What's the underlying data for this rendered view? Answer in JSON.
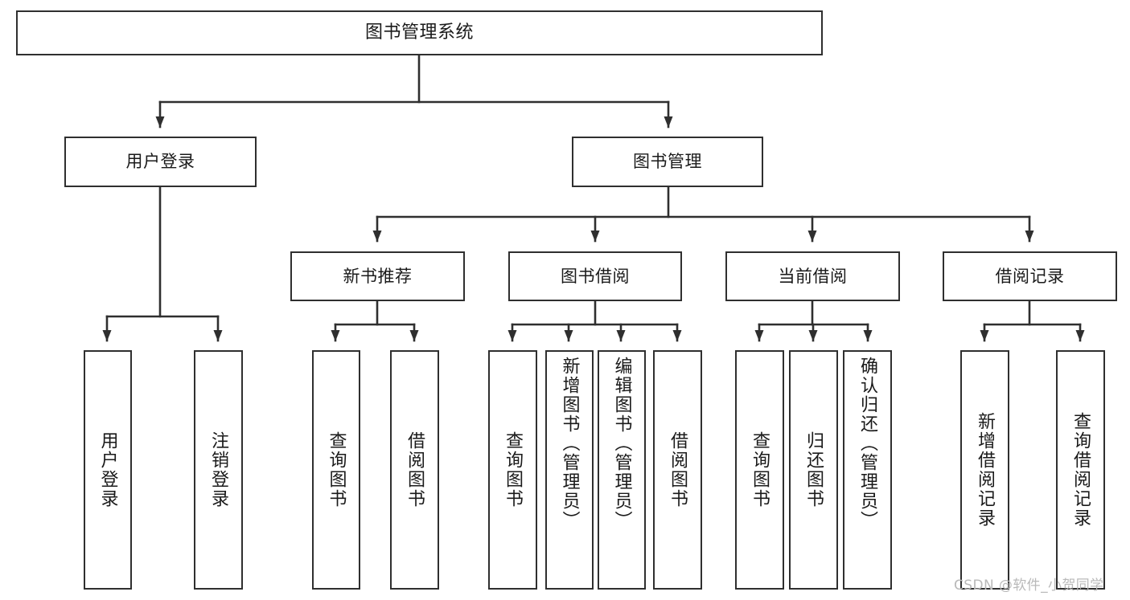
{
  "diagram": {
    "title": "图书管理系统",
    "type": "tree-hierarchy-chart",
    "watermark": "CSDN @软件_小贺同学",
    "colors": {
      "stroke": "#2f2f2f",
      "fill": "#ffffff",
      "text": "#1a1a1a",
      "watermark": "#b9b9b9"
    }
  },
  "nodes": {
    "root": {
      "label": "图书管理系统"
    },
    "level1": [
      {
        "id": "user-login",
        "label": "用户登录"
      },
      {
        "id": "book-manage",
        "label": "图书管理"
      }
    ],
    "level2": [
      {
        "id": "new-book-rec",
        "label": "新书推荐"
      },
      {
        "id": "book-borrow",
        "label": "图书借阅"
      },
      {
        "id": "current-borrow",
        "label": "当前借阅"
      },
      {
        "id": "borrow-record",
        "label": "借阅记录"
      }
    ],
    "leaves": {
      "user_login": [
        {
          "id": "leaf-user-login",
          "label": "用户登录"
        },
        {
          "id": "leaf-logout-login",
          "label": "注销登录"
        }
      ],
      "new_book_rec": [
        {
          "id": "leaf-query-book-1",
          "label": "查询图书"
        },
        {
          "id": "leaf-borrow-book-1",
          "label": "借阅图书"
        }
      ],
      "book_borrow": [
        {
          "id": "leaf-query-book-2",
          "label": "查询图书"
        },
        {
          "id": "leaf-add-book",
          "label": "新增图书（管理员）"
        },
        {
          "id": "leaf-edit-book",
          "label": "编辑图书（管理员）"
        },
        {
          "id": "leaf-borrow-book-2",
          "label": "借阅图书"
        }
      ],
      "current_borrow": [
        {
          "id": "leaf-query-book-3",
          "label": "查询图书"
        },
        {
          "id": "leaf-return-book",
          "label": "归还图书"
        },
        {
          "id": "leaf-confirm-return",
          "label": "确认归还（管理员）"
        }
      ],
      "borrow_record": [
        {
          "id": "leaf-add-record",
          "label": "新增借阅记录"
        },
        {
          "id": "leaf-query-record",
          "label": "查询借阅记录"
        }
      ]
    }
  }
}
